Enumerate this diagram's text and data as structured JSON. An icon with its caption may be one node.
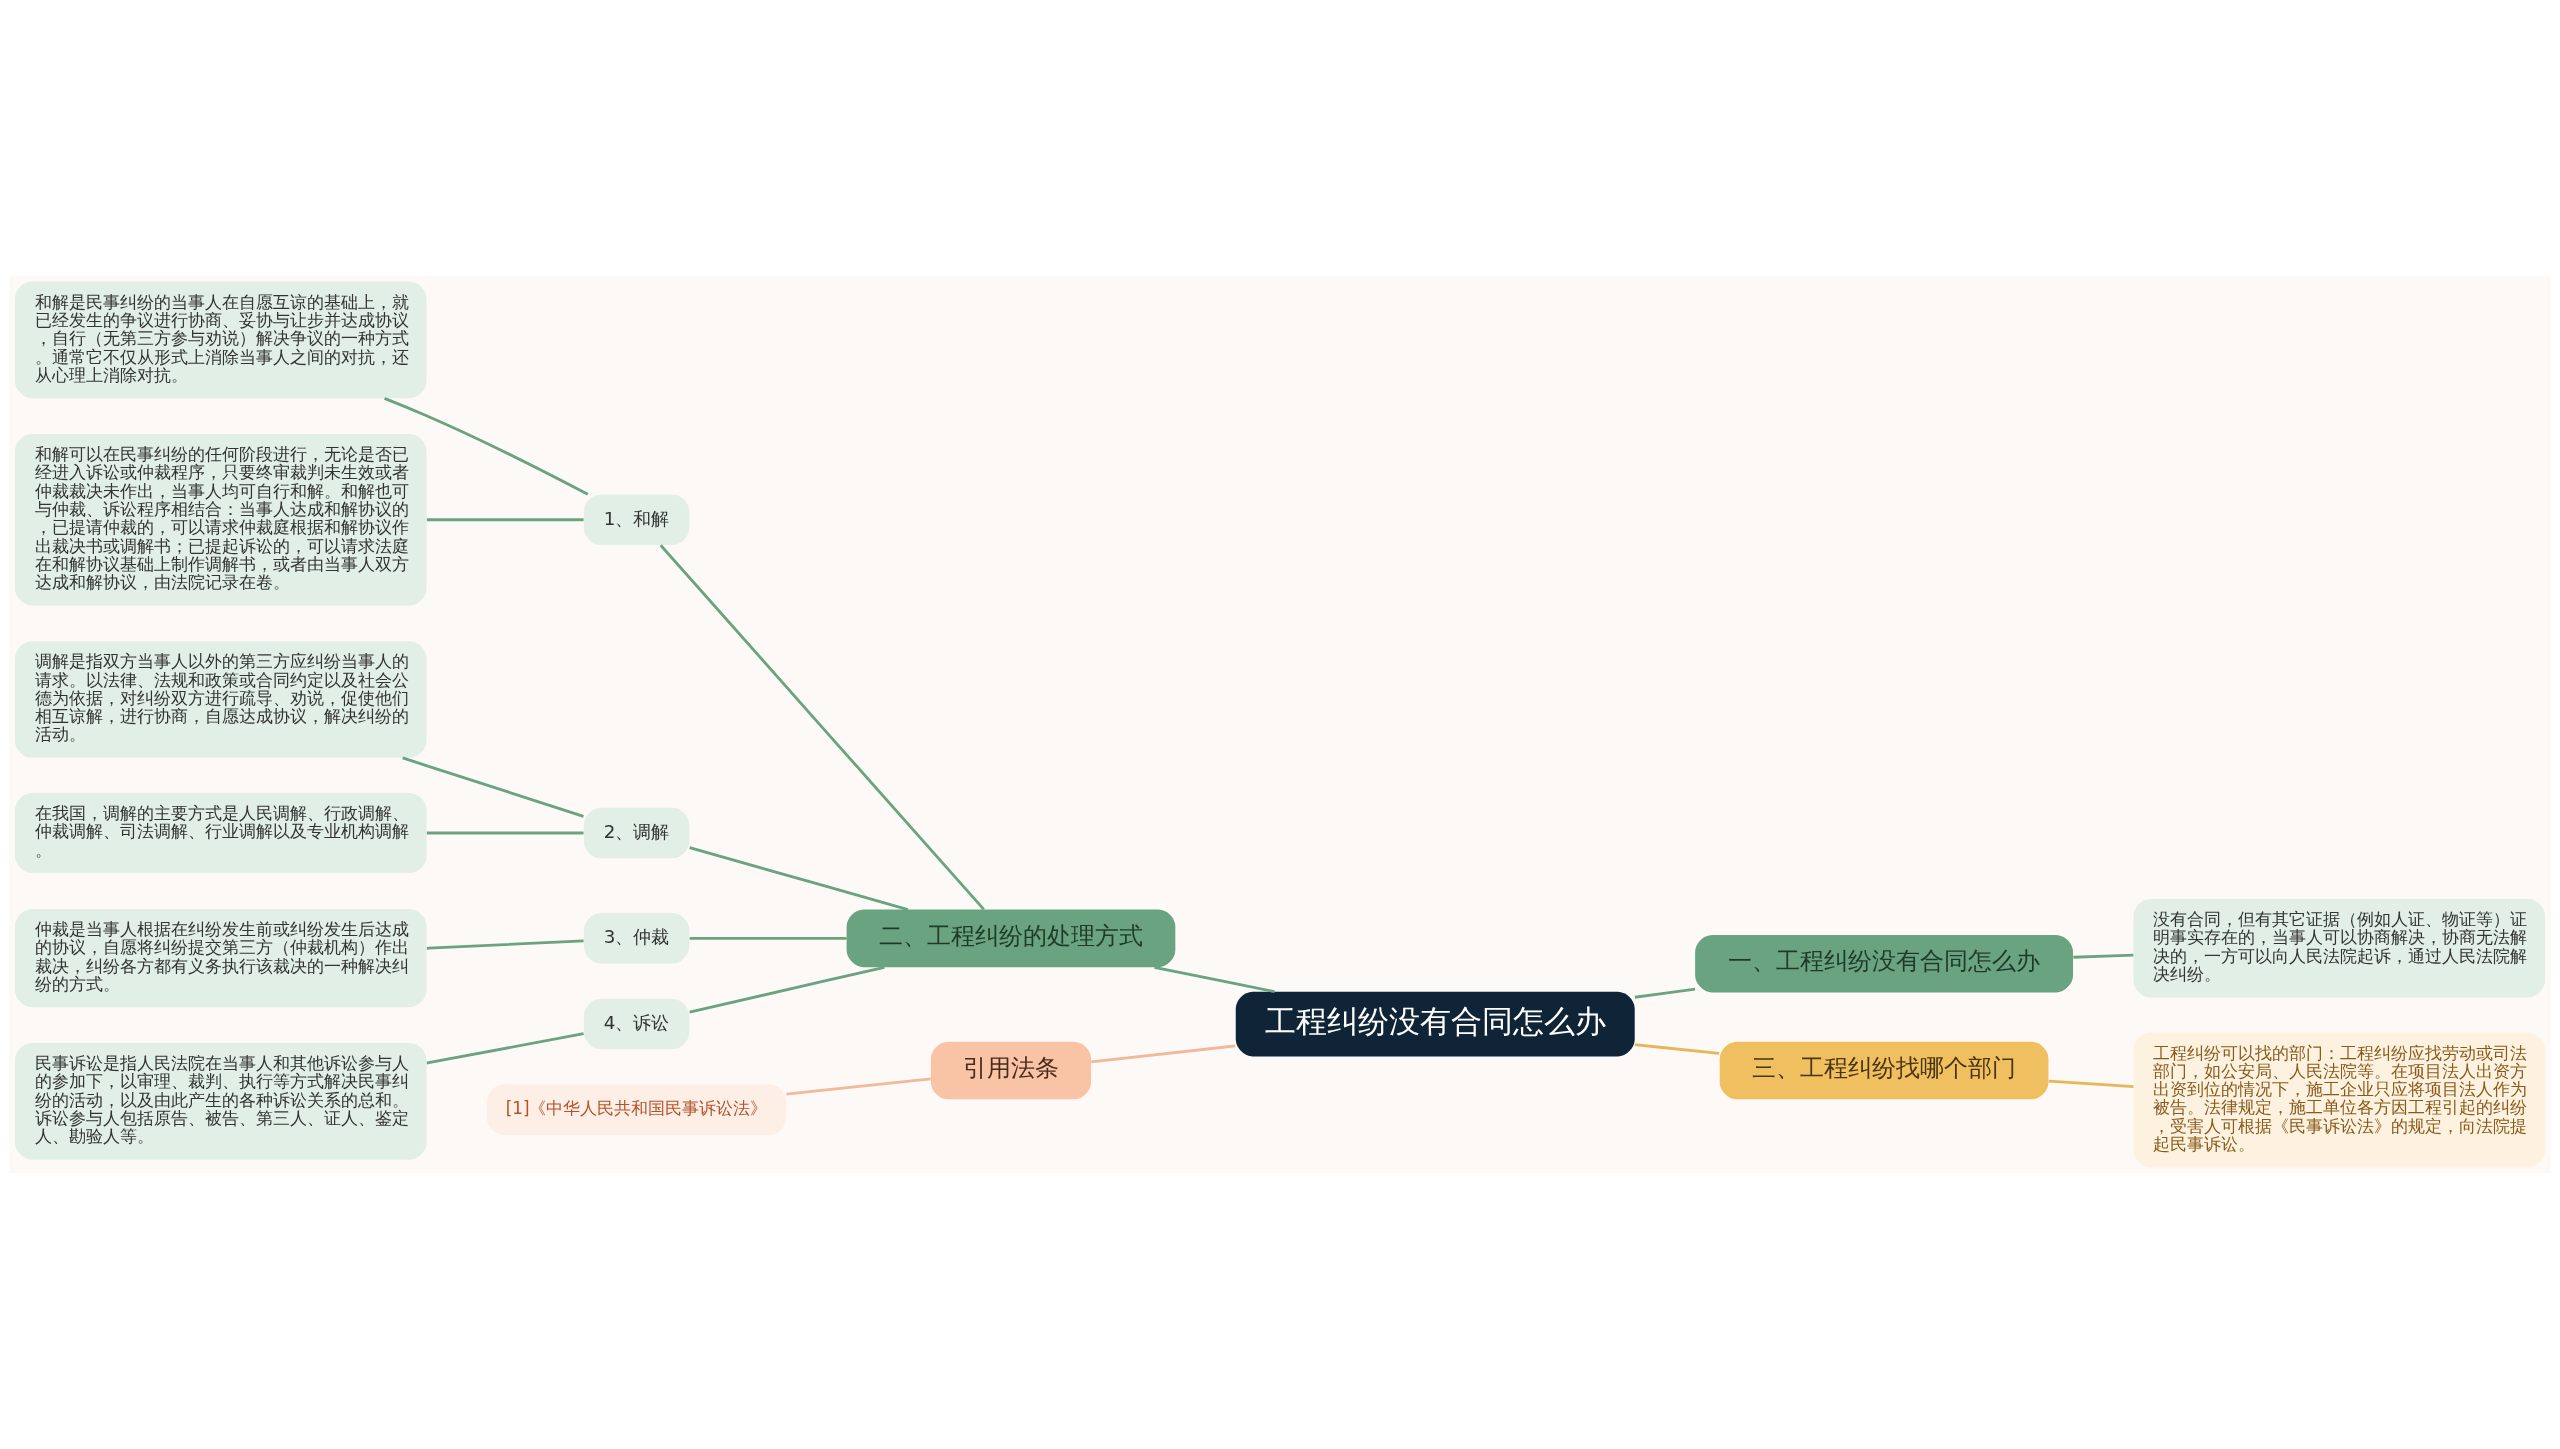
{
  "diagram": {
    "nodes": [
      {
        "text": [
          "工程纠纷没有合同怎么办"
        ]
      },
      {
        "text": [
          "二、工程纠纷的处理方式"
        ]
      },
      {
        "text": [
          "1、和解"
        ]
      },
      {
        "text": [
          "和解是民事纠纷的当事人在自愿互谅的基础上，就已经发生的争议进行协商、妥协与让步并达成协议，自行（无第三方参与劝说）解决争议的一种方式。通常它不仅从形式上消除当事人之间的对抗，还从心理上消除对抗。"
        ]
      },
      {
        "text": [
          "和解可以在民事纠纷的任何阶段进行，无论是否已经进入诉讼或仲裁程序，只要终审裁判未生效或者仲裁裁决未作出，当事人均可自行和解。和解也可与仲裁、诉讼程序相结合：当事人达成和解协议的，已提请仲裁的，可以请求仲裁庭根据和解协议作出裁决书或调解书；已提起诉讼的，可以请求法庭在和解协议基础上制作调解书，或者由当事人双方达成和解协议，由法院记录在卷。"
        ]
      },
      {
        "text": [
          "2、调解"
        ]
      },
      {
        "text": [
          "调解是指双方当事人以外的第三方应纠纷当事人的请求。以法律、法规和政策或合同约定以及社会公德为依据，对纠纷双方进行疏导、劝说，促使他们相互谅解，进行协商，自愿达成协议，解决纠纷的活动。"
        ]
      },
      {
        "text": [
          "在我国，调解的主要方式是人民调解、行政调解、仲裁调解、司法调解、行业调解以及专业机构调解。"
        ]
      },
      {
        "text": [
          "3、仲裁"
        ]
      },
      {
        "text": [
          "仲裁是当事人根据在纠纷发生前或纠纷发生后达成的协议，自愿将纠纷提交第三方（仲裁机构）作出裁决，纠纷各方都有义务执行该裁决的一种解决纠纷的方式。"
        ]
      },
      {
        "text": [
          "4、诉讼"
        ]
      },
      {
        "text": [
          "民事诉讼是指人民法院在当事人和其他诉讼参与人的参加下，以审理、裁判、执行等方式解决民事纠纷的活动，以及由此产生的各种诉讼关系的总和。诉讼参与人包括原告、被告、第三人、证人、鉴定人、勘验人等。"
        ]
      },
      {
        "text": [
          "一、工程纠纷没有合同怎么办"
        ]
      },
      {
        "text": [
          "没有合同，但有其它证据（例如人证、物证等）证明事实存在的，当事人可以协商解决，协商无法解决的，一方可以向人民法院起诉，通过人民法院解决纠纷。"
        ]
      },
      {
        "text": [
          "三、工程纠纷找哪个部门"
        ]
      },
      {
        "text": [
          "工程纠纷可以找的部门：工程纠纷应找劳动或司法部门，如公安局、人民法院等。在项目法人出资方出资到位的情况下，施工企业只应将项目法人作为被告。法律规定，施工单位各方因工程引起的纠纷，受害人可根据《民事诉讼法》的规定，向法院提起民事诉讼。"
        ]
      },
      {
        "text": [
          "引用法条"
        ]
      },
      {
        "text": [
          "[1]《中华人民共和国民事诉讼法》"
        ]
      }
    ],
    "edges": [
      {
        "from": 0,
        "to": 1,
        "arrow": "none"
      },
      {
        "from": 1,
        "to": 2,
        "arrow": "none"
      },
      {
        "from": 2,
        "to": 3,
        "arrow": "none"
      },
      {
        "from": 2,
        "to": 4,
        "arrow": "none"
      },
      {
        "from": 1,
        "to": 5,
        "arrow": "none"
      },
      {
        "from": 5,
        "to": 6,
        "arrow": "none"
      },
      {
        "from": 5,
        "to": 7,
        "arrow": "none"
      },
      {
        "from": 1,
        "to": 8,
        "arrow": "none"
      },
      {
        "from": 8,
        "to": 9,
        "arrow": "none"
      },
      {
        "from": 1,
        "to": 10,
        "arrow": "none"
      },
      {
        "from": 10,
        "to": 11,
        "arrow": "none"
      },
      {
        "from": 0,
        "to": 12,
        "arrow": "none"
      },
      {
        "from": 12,
        "to": 13,
        "arrow": "none"
      },
      {
        "from": 0,
        "to": 14,
        "arrow": "none",
        "color": "#e8b65a"
      },
      {
        "from": 14,
        "to": 15,
        "arrow": "none",
        "color": "#e8b65a"
      },
      {
        "from": 0,
        "to": 16,
        "arrow": "none",
        "color": "#f2b89a"
      },
      {
        "from": 16,
        "to": 17,
        "arrow": "none",
        "color": "#f2b89a"
      }
    ]
  }
}
